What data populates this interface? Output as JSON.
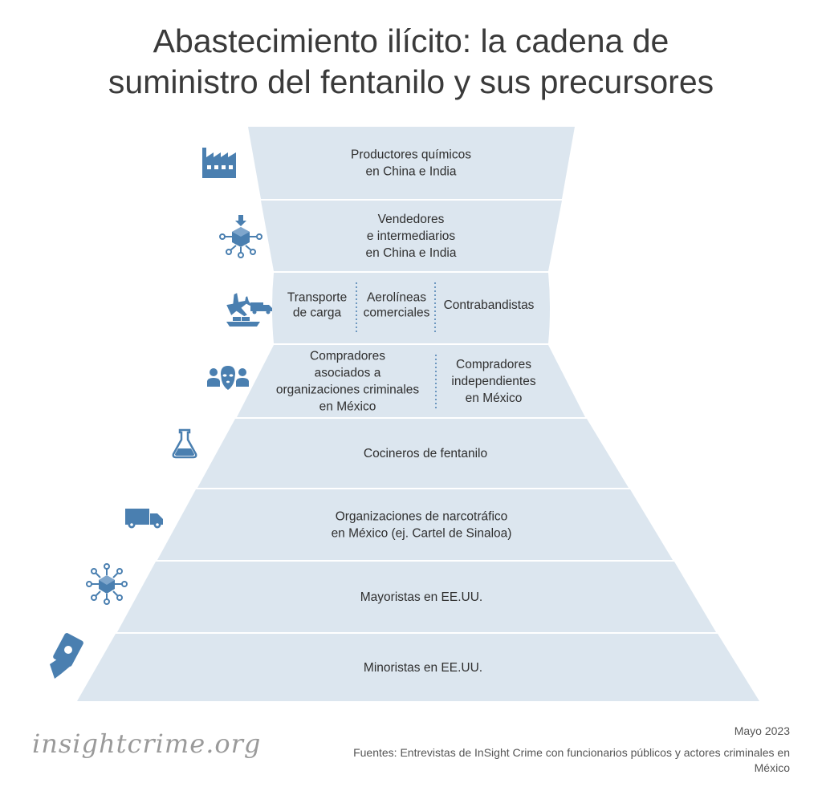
{
  "title": {
    "line1": "Abastecimiento ilícito: la cadena de",
    "line2": "suministro del fentanilo y sus precursores"
  },
  "colors": {
    "tier_fill": "#dce6ef",
    "icon": "#4a7fb0",
    "divider": "#4a7fb0"
  },
  "tiers": [
    {
      "icon": "factory-icon",
      "lines": [
        "Productores químicos",
        "en China e India"
      ]
    },
    {
      "icon": "distribution-box-icon",
      "lines": [
        "Vendedores",
        "e intermediarios",
        "en China e India"
      ]
    },
    {
      "icon": "plane-truck-ship-icon",
      "columns": [
        {
          "lines": [
            "Transporte",
            "de carga"
          ]
        },
        {
          "lines": [
            "Aerolíneas",
            "comerciales"
          ]
        },
        {
          "lines": [
            "Contrabandistas"
          ]
        }
      ]
    },
    {
      "icon": "masked-group-icon",
      "columns": [
        {
          "lines": [
            "Compradores",
            "asociados a",
            "organizaciones criminales",
            "en México"
          ]
        },
        {
          "lines": [
            "Compradores",
            "independientes",
            "en México"
          ]
        }
      ]
    },
    {
      "icon": "flask-icon",
      "lines": [
        "Cocineros de fentanilo"
      ]
    },
    {
      "icon": "truck-icon",
      "lines": [
        "Organizaciones de narcotráfico",
        "en México (ej. Cartel de Sinaloa)"
      ]
    },
    {
      "icon": "network-box-icon",
      "lines": [
        "Mayoristas en EE.UU."
      ]
    },
    {
      "icon": "hand-cash-icon",
      "lines": [
        "Minoristas en EE.UU."
      ]
    }
  ],
  "footer": {
    "logo": "insightcrime.org",
    "date": "Mayo 2023",
    "sources": "Fuentes: Entrevistas de InSight Crime con funcionarios públicos y actores criminales en México"
  }
}
